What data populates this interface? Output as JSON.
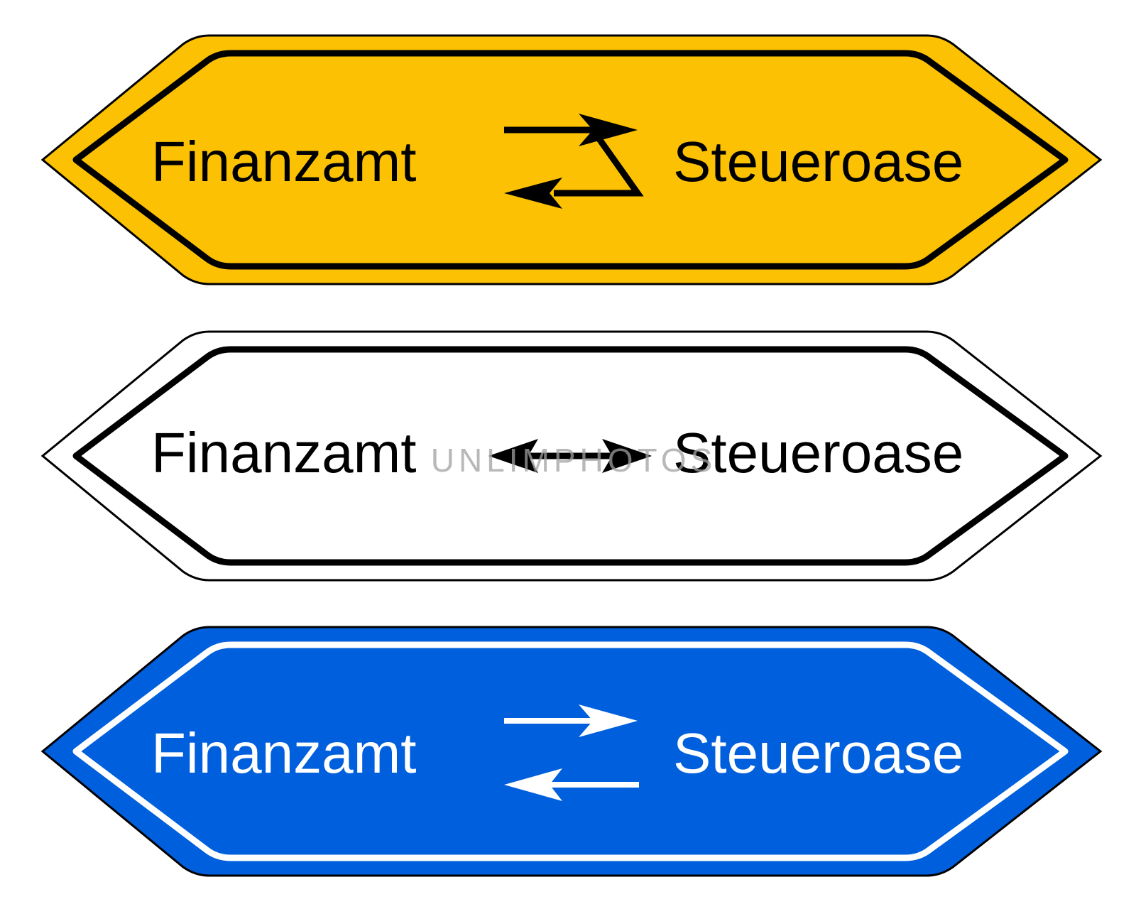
{
  "signs": [
    {
      "id": "yellow",
      "left_label": "Finanzamt",
      "right_label": "Steueroase",
      "arrow_style": "zigzag",
      "fill_color": "#FBC102",
      "border_color": "#000000",
      "text_color": "#000000",
      "arrow_color": "#000000",
      "left_icon": "zigzag-arrows-icon",
      "right_icon": ""
    },
    {
      "id": "white",
      "left_label": "Finanzamt",
      "right_label": "Steueroase",
      "arrow_style": "double",
      "fill_color": "#FFFFFF",
      "border_color": "#000000",
      "text_color": "#000000",
      "arrow_color": "#000000",
      "left_icon": "double-headed-arrow-icon",
      "right_icon": ""
    },
    {
      "id": "blue",
      "left_label": "Finanzamt",
      "right_label": "Steueroase",
      "arrow_style": "parallel",
      "fill_color": "#005FDC",
      "border_color": "#FFFFFF",
      "text_color": "#FFFFFF",
      "arrow_color": "#FFFFFF",
      "left_icon": "exchange-arrows-icon",
      "right_icon": ""
    }
  ],
  "watermark": {
    "text": "UNLIMPHOTOS",
    "color": "#A0A0A0"
  }
}
